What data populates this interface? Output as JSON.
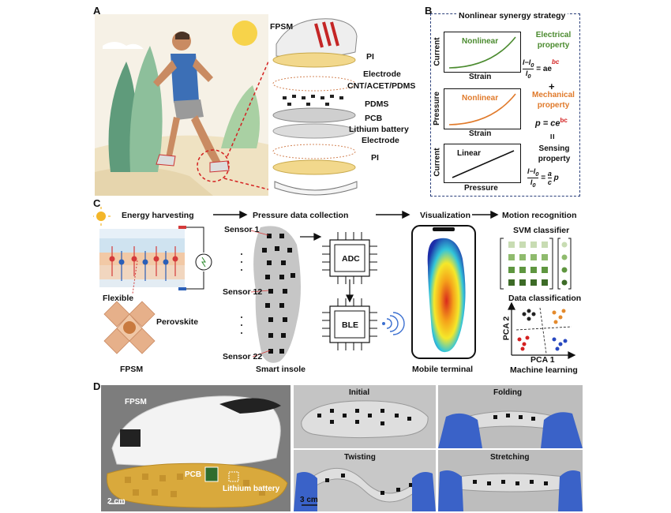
{
  "panel_a": {
    "letter": "A",
    "layers": [
      "FPSM",
      "PI",
      "Electrode",
      "CNT/ACET/PDMS",
      "PDMS",
      "PCB",
      "Lithium battery",
      "Electrode",
      "PI"
    ]
  },
  "panel_b": {
    "letter": "B",
    "title": "Nonlinear synergy strategy",
    "plot1": {
      "ylabel": "Current",
      "xlabel": "Strain",
      "curve": "Nonlinear"
    },
    "plot2": {
      "ylabel": "Pressure",
      "xlabel": "Strain",
      "curve": "Nonlinear"
    },
    "plot3": {
      "ylabel": "Current",
      "xlabel": "Pressure",
      "curve": "Linear"
    },
    "electrical": "Electrical property",
    "mechanical": "Mechanical property",
    "sensing": "Sensing property",
    "plus": "+",
    "equals": "=",
    "eq1_frac_num": "I−I",
    "eq1_frac_den": "I",
    "eq1_rhs": "= ae",
    "eq1_exp": "bc",
    "eq2_lhs": "p = ce",
    "eq2_exp": "bc",
    "eq3_rhs_num": "a",
    "eq3_rhs_den": "c",
    "eq3_p": "p",
    "sub0": "0"
  },
  "panel_c": {
    "letter": "C",
    "headers": [
      "Energy harvesting",
      "Pressure data collection",
      "Visualization",
      "Motion recognition"
    ],
    "flexible": "Flexible",
    "perovskite": "Perovskite",
    "fpsm": "FPSM",
    "sensors": [
      "Sensor 1",
      "Sensor 12",
      "Sensor 22"
    ],
    "smart_insole": "Smart insole",
    "adc": "ADC",
    "ble": "BLE",
    "mobile_terminal": "Mobile terminal",
    "svm": "SVM classifier",
    "data_classification": "Data classification",
    "pca1": "PCA 1",
    "pca2": "PCA 2",
    "machine_learning": "Machine learning"
  },
  "panel_d": {
    "letter": "D",
    "fpsm": "FPSM",
    "pcb": "PCB",
    "battery": "Lithium battery",
    "scale1": "2 cm",
    "scale2": "3 cm",
    "states": [
      "Initial",
      "Folding",
      "Twisting",
      "Stretching"
    ]
  }
}
